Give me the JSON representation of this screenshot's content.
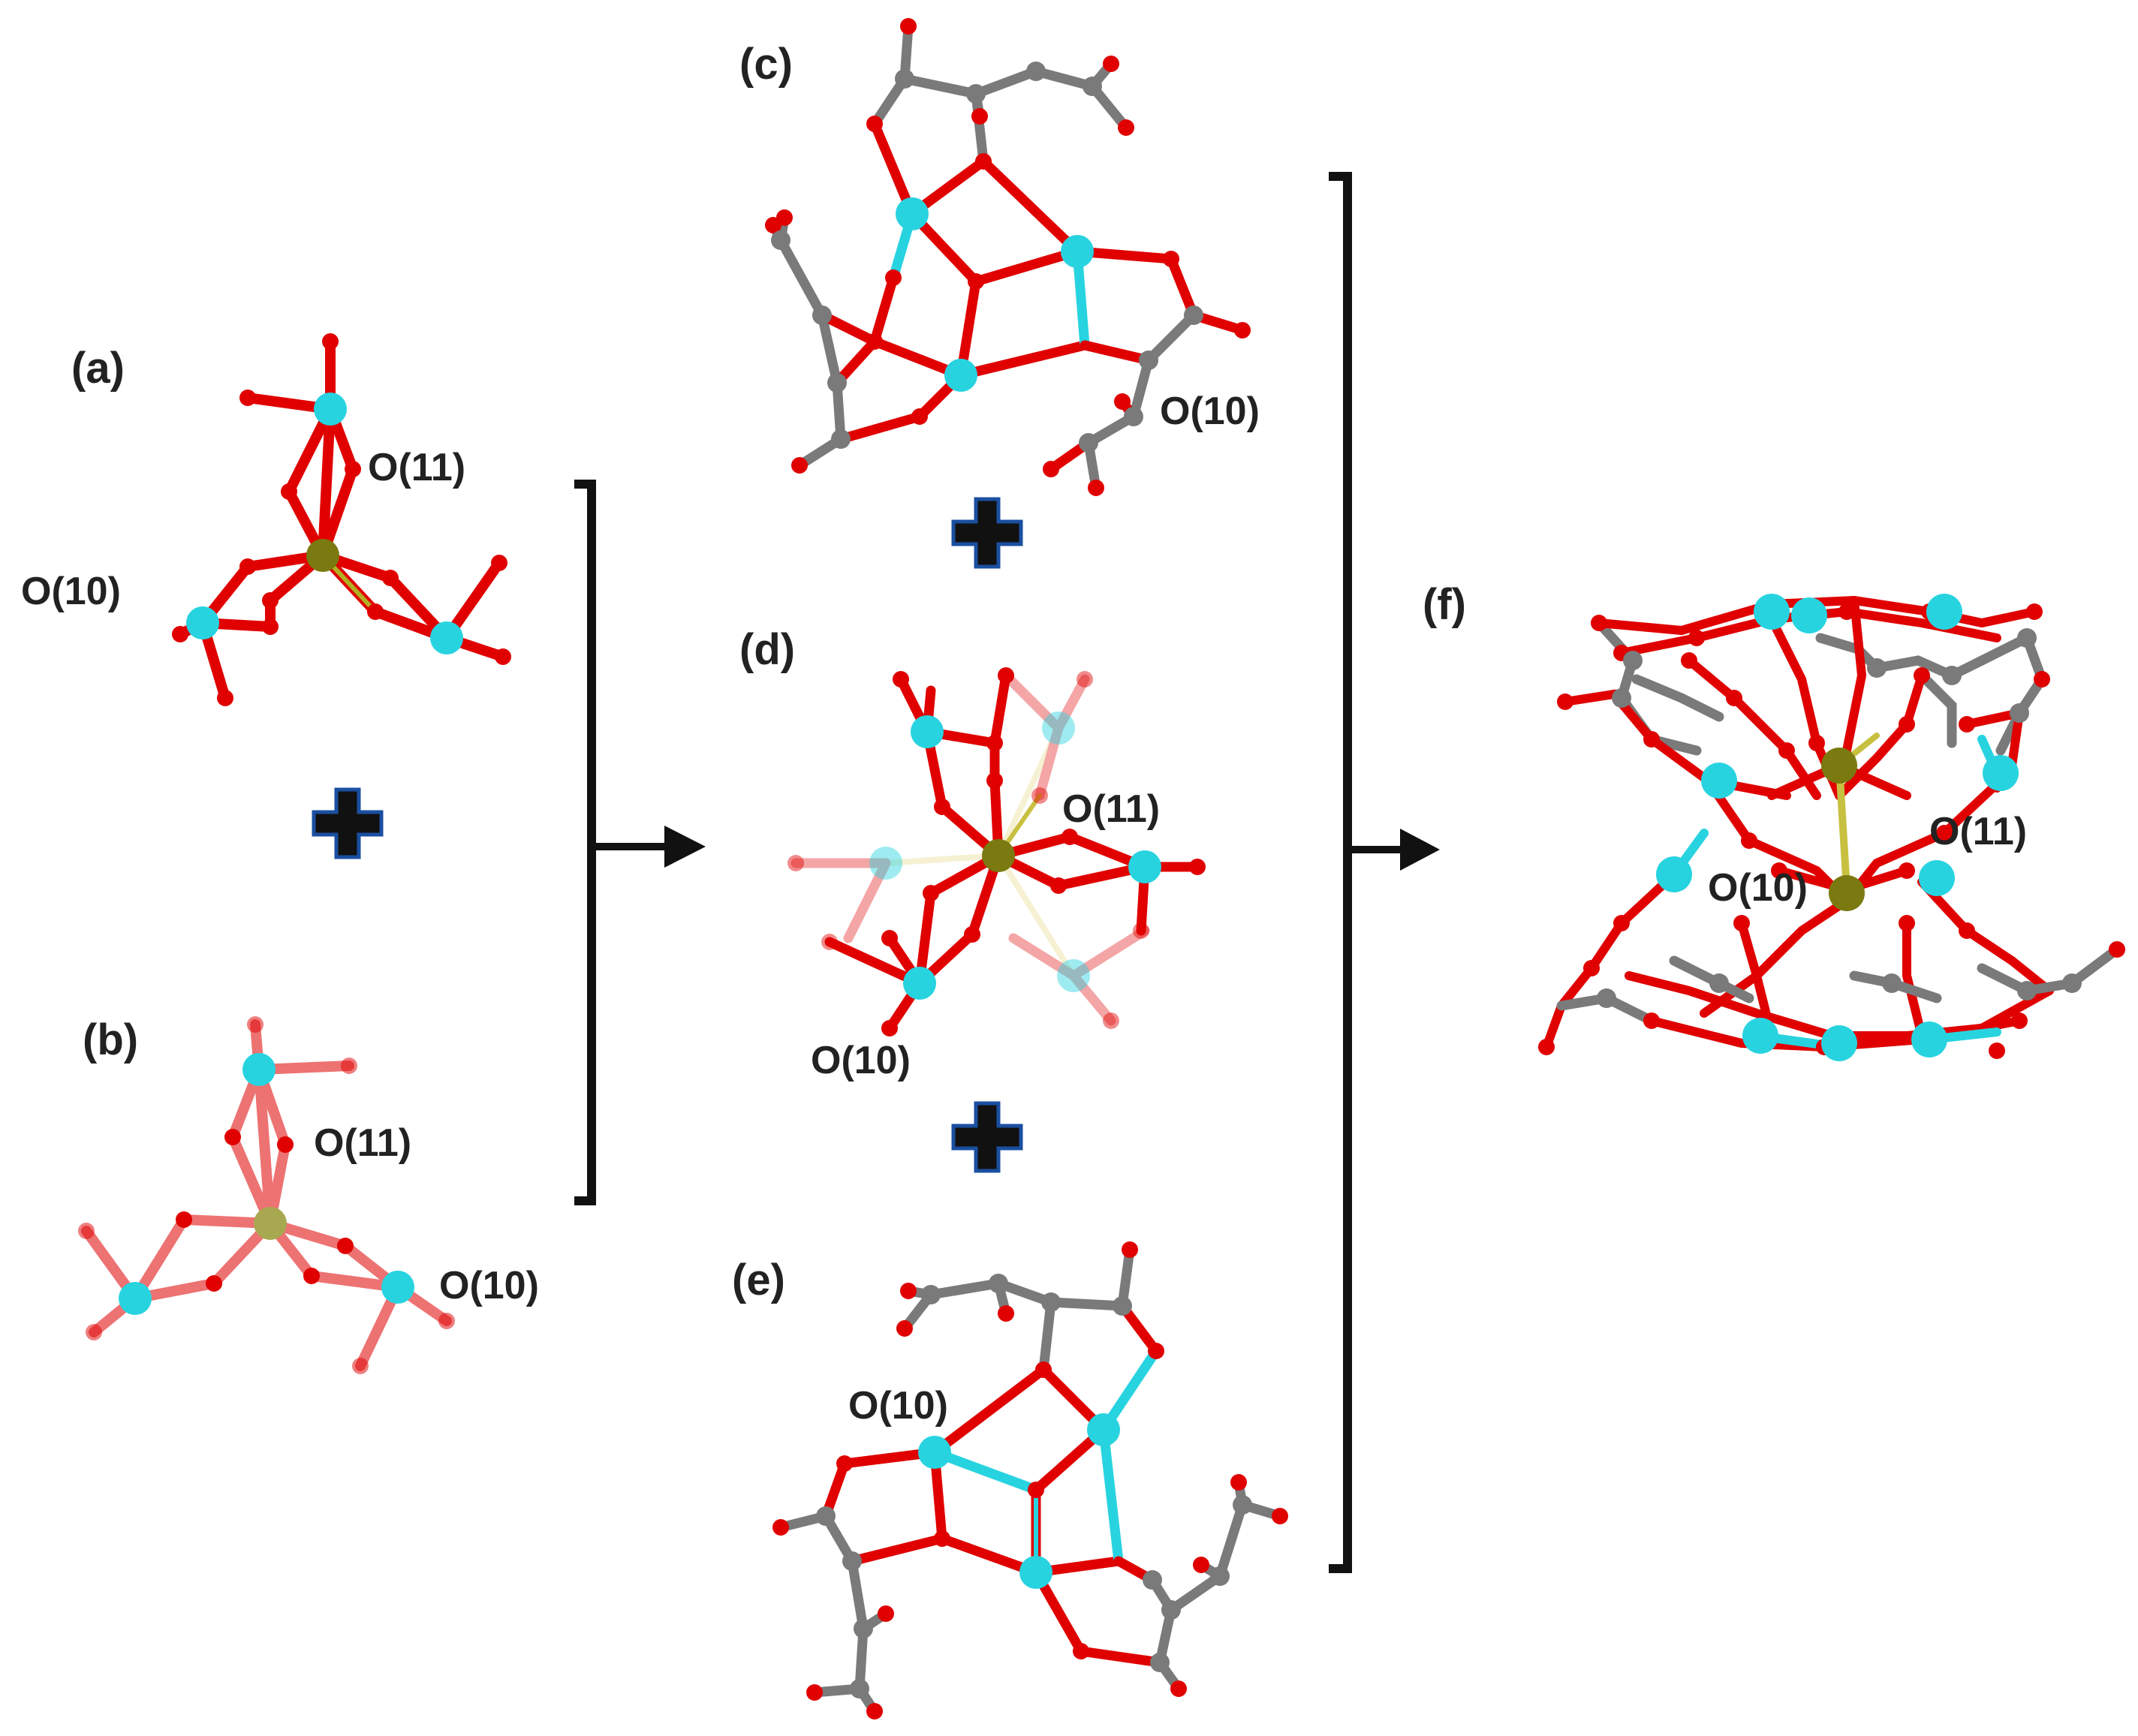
{
  "panels": {
    "a": {
      "tag": "(a)",
      "label_o11": "O(11)",
      "label_o10": "O(10)"
    },
    "b": {
      "tag": "(b)",
      "label_o11": "O(11)",
      "label_o10": "O(10)"
    },
    "c": {
      "tag": "(c)",
      "label_o10": "O(10)"
    },
    "d": {
      "tag": "(d)",
      "label_o11": "O(11)",
      "label_o10": "O(10)"
    },
    "e": {
      "tag": "(e)",
      "label_o10": "O(10)"
    },
    "f": {
      "tag": "(f)",
      "label_o11": "O(11)",
      "label_o10": "O(10)"
    }
  },
  "colors": {
    "oxygen": "#e00000",
    "metal_cyan": "#28d3e0",
    "center_olive": "#7a7a10",
    "carbon_gray": "#7a7a7a",
    "bracket": "#111111",
    "plus_fill": "#111111",
    "plus_stroke": "#1a4fa0"
  },
  "symbols": {
    "plus_icon": "plus",
    "arrow_icon": "arrow-right"
  }
}
